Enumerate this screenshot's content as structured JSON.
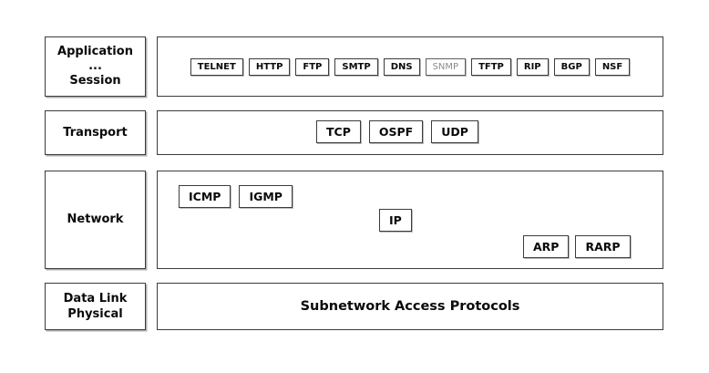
{
  "colors": {
    "background": "#ffffff",
    "border": "#3c3c3c",
    "text": "#0a0a0a",
    "muted_text": "#8c8c8c"
  },
  "layers": {
    "application": {
      "label_lines": [
        "Application",
        "...",
        "Session"
      ],
      "protocols": [
        {
          "label": "TELNET"
        },
        {
          "label": "HTTP"
        },
        {
          "label": "FTP"
        },
        {
          "label": "SMTP"
        },
        {
          "label": "DNS"
        },
        {
          "label": "SNMP",
          "muted": true
        },
        {
          "label": "TFTP"
        },
        {
          "label": "RIP"
        },
        {
          "label": "BGP"
        },
        {
          "label": "NSF"
        }
      ]
    },
    "transport": {
      "label_lines": [
        "Transport"
      ],
      "protocols": [
        {
          "label": "TCP"
        },
        {
          "label": "OSPF"
        },
        {
          "label": "UDP"
        }
      ]
    },
    "network": {
      "label_lines": [
        "Network"
      ],
      "protocols_top": [
        {
          "label": "ICMP"
        },
        {
          "label": "IGMP"
        }
      ],
      "protocol_middle": {
        "label": "IP"
      },
      "protocols_bottom": [
        {
          "label": "ARP"
        },
        {
          "label": "RARP"
        }
      ]
    },
    "datalink_physical": {
      "label_lines": [
        "Data Link",
        "Physical"
      ],
      "content_label": "Subnetwork Access Protocols"
    }
  }
}
